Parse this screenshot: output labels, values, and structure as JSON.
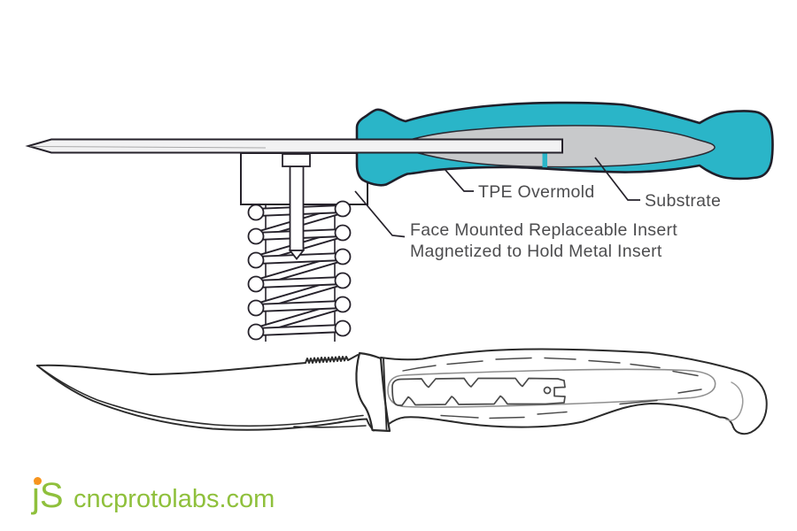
{
  "diagram": {
    "labels": {
      "tpe_overmold": "TPE Overmold",
      "substrate": "Substrate",
      "insert_line1": "Face Mounted Replaceable Insert",
      "insert_line2": "Magnetized to Hold Metal Insert"
    },
    "colors": {
      "handle_teal": "#2ab5c8",
      "substrate_gray": "#c8c9cb",
      "outline_dark": "#26222b",
      "label_text": "#4d4d4f",
      "knife_line": "#2b2b2b",
      "knife_inner_line": "#8f8f8f"
    }
  },
  "footer": {
    "logo_initials": "jS",
    "logo_domain": "cncprotolabs.com",
    "logo_green": "#8fc03c",
    "logo_dot_orange": "#f7941e"
  }
}
